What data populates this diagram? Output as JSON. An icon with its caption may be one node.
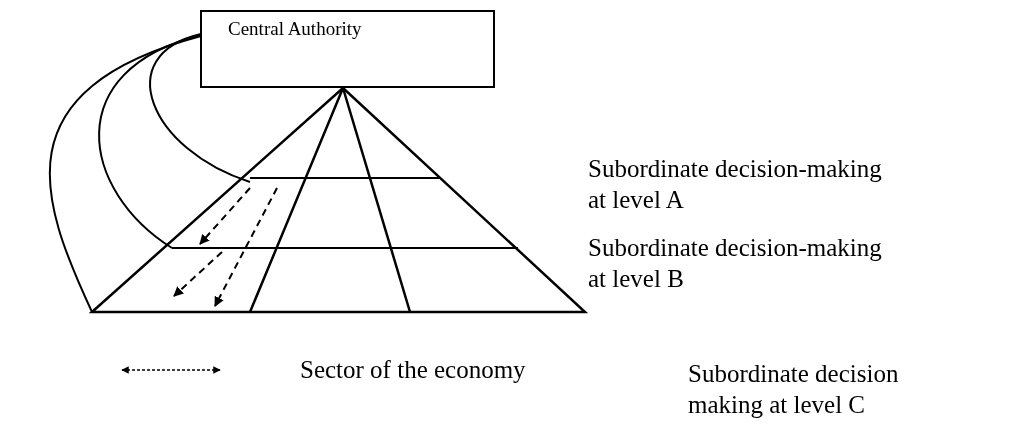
{
  "diagram": {
    "nodes": [
      {
        "text": [
          "Central Authority"
        ]
      },
      {
        "text": [],
        "shape": "triangle"
      }
    ],
    "edges": [
      {
        "from": 0,
        "to": 1,
        "arrow": "none"
      },
      {
        "from": 0,
        "to": 1,
        "arrow": "none"
      },
      {
        "from": 0,
        "to": 1,
        "arrow": "none"
      }
    ],
    "labels": [
      "Subordinate decision-making at level A",
      "Subordinate decision-making at level B",
      "Subordinate decision making at level C"
    ],
    "legend": [
      {
        "text": "Sector of the economy"
      }
    ]
  }
}
